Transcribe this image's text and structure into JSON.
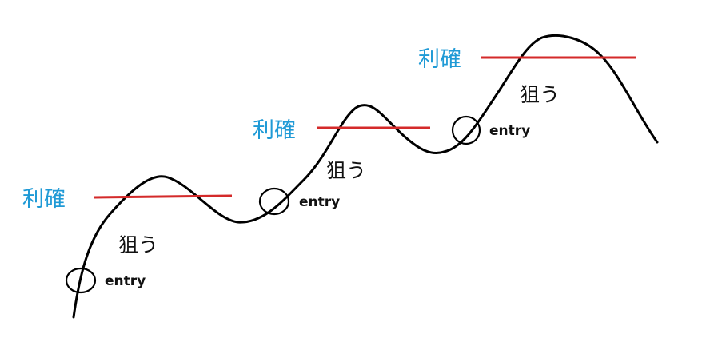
{
  "colors": {
    "background": "#ffffff",
    "price_line": "#000000",
    "take_profit_line": "#d42a2a",
    "take_profit_text": "#1f9ad6",
    "target_text": "#111111",
    "entry_text": "#111111",
    "entry_marker": "#000000"
  },
  "waves": [
    {
      "take_profit_label": "利確",
      "target_label": "狙う",
      "entry_label": "entry"
    },
    {
      "take_profit_label": "利確",
      "target_label": "狙う",
      "entry_label": "entry"
    },
    {
      "take_profit_label": "利確",
      "target_label": "狙う",
      "entry_label": "entry"
    }
  ]
}
